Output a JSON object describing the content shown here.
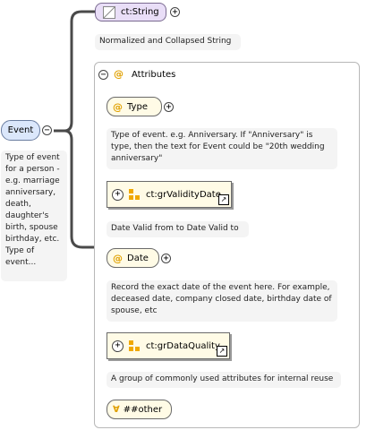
{
  "event": {
    "label": "Event",
    "description": "Type of event for a person - e.g. marriage anniversary, death, daughter's birth, spouse birthday, etc. Type of event..."
  },
  "simple_type": {
    "label": "ct:String",
    "description": "Normalized and Collapsed String"
  },
  "attributes": {
    "header": "Attributes",
    "items": [
      {
        "label": "Type",
        "description": "Type of event. e.g. Anniversary. If \"Anniversary\" is type, then the text for Event could be \"20th wedding anniversary\""
      },
      {
        "label": "ct:grValidityDate",
        "description": "Date Valid from to Date Valid to"
      },
      {
        "label": "Date",
        "description": "Record the exact date of the event here. For example, deceased date, company closed date, birthday date of spouse, etc"
      },
      {
        "label": "ct:grDataQuality",
        "description": "A group of commonly used attributes for internal reuse"
      }
    ],
    "any_attribute": "##other"
  },
  "colors": {
    "event_fill": "#dbe7fb",
    "simple_type_fill": "#e9def7",
    "attribute_fill": "#fffbe6",
    "group_icon": "#f0a800"
  }
}
